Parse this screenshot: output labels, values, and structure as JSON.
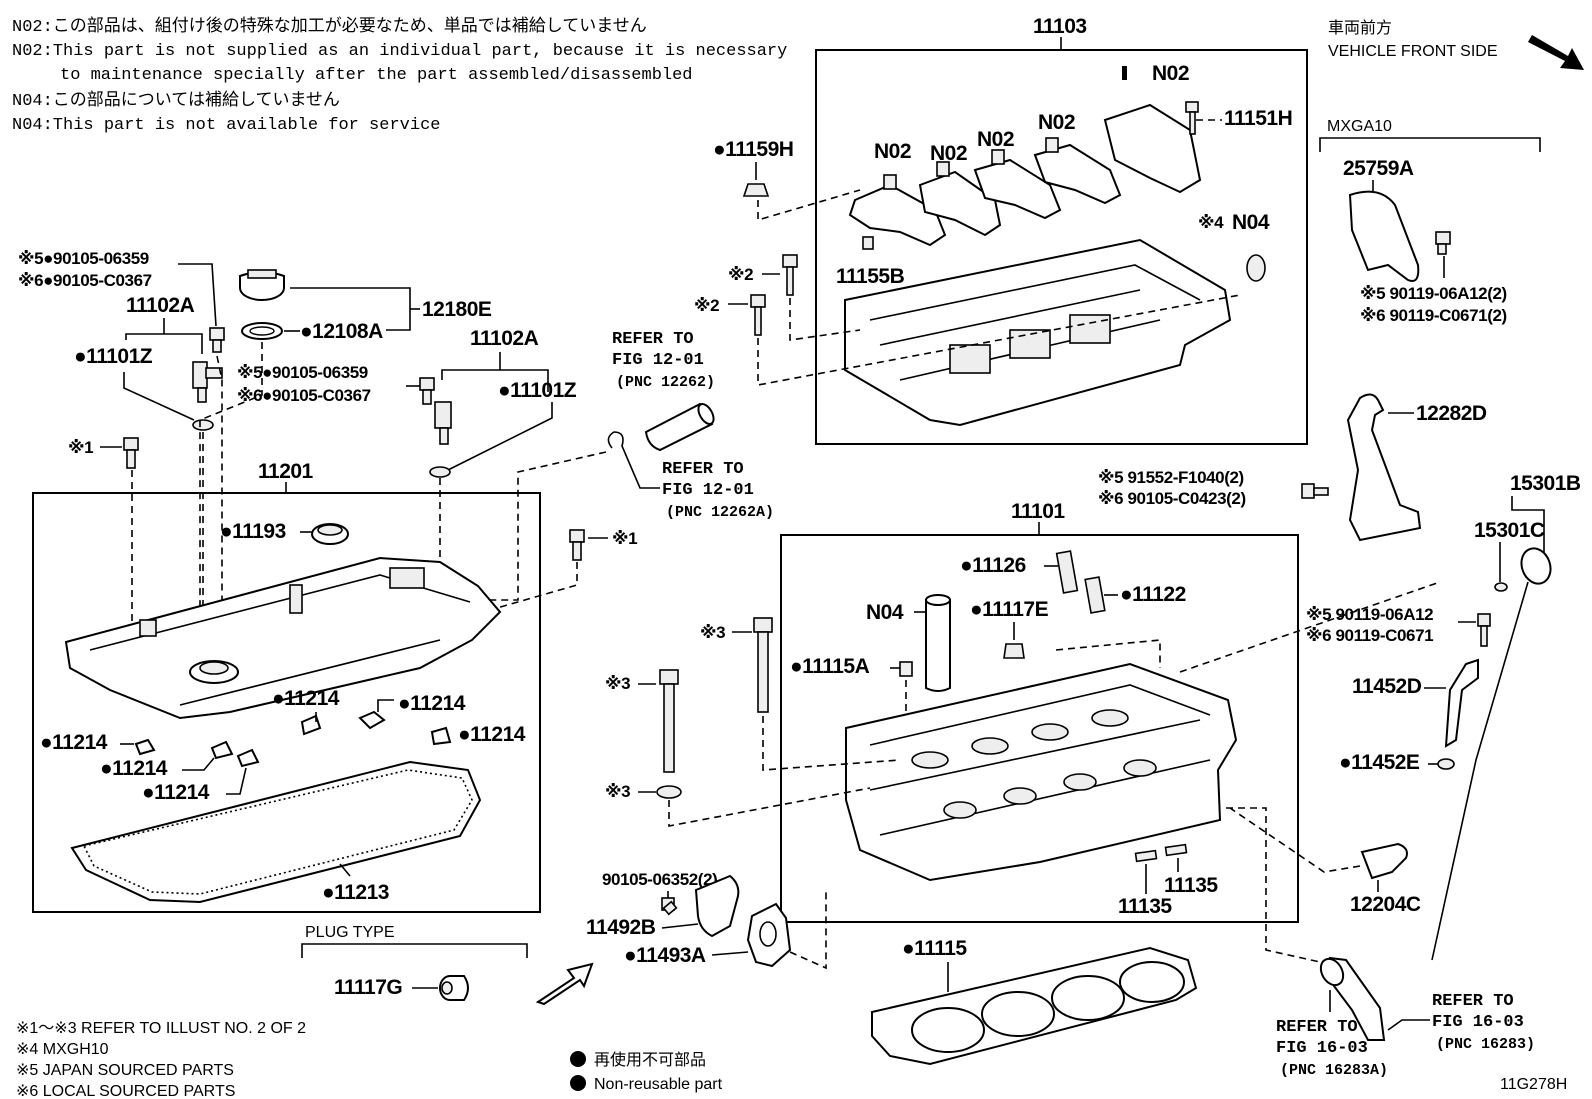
{
  "notes": {
    "n02_jp": "N02:この部品は、組付け後の特殊な加工が必要なため、単品では補給していません",
    "n02_en_1": "N02:This part is not supplied as an individual part, because it is necessary",
    "n02_en_2": "to maintenance specially after the part assembled/disassembled",
    "n04_jp": "N04:この部品については補給していません",
    "n04_en": "N04:This part is not available for service"
  },
  "vehicle_front": {
    "jp": "車両前方",
    "en": "VEHICLE FRONT SIDE"
  },
  "groups": {
    "mxga10": "MXGA10",
    "plug_type": "PLUG TYPE"
  },
  "parts": {
    "p11103": "11103",
    "p11201": "11201",
    "p11101": "11101",
    "p11102A_1": "11102A",
    "p11102A_2": "11102A",
    "p11101Z_1": "●11101Z",
    "p11101Z_2": "●11101Z",
    "p12180E": "12180E",
    "p12108A": "●12108A",
    "p11159H": "●11159H",
    "p11155B": "11155B",
    "p11151H": "11151H",
    "p25759A": "25759A",
    "p12282D": "12282D",
    "p15301B": "15301B",
    "p15301C": "15301C",
    "p11452D": "11452D",
    "p11452E": "●11452E",
    "p12204C": "12204C",
    "p11193": "●11193",
    "p11126": "●11126",
    "p11122": "●11122",
    "p11117E": "●11117E",
    "p11115A": "●11115A",
    "p11135_1": "11135",
    "p11135_2": "11135",
    "p11115": "●11115",
    "p11213": "●11213",
    "p11214_a": "●11214",
    "p11214_b": "●11214",
    "p11214_c": "●11214",
    "p11214_d": "●11214",
    "p11214_e": "●11214",
    "p11214_f": "●11214",
    "p11117G": "11117G",
    "p11492B": "11492B",
    "p11493A": "●11493A",
    "p90105_06352": "90105-06352(2)",
    "n02_a": "N02",
    "n02_b": "N02",
    "n02_c": "N02",
    "n02_d": "N02",
    "n02_e": "N02",
    "n04_a": "N04",
    "n04_b": "N04"
  },
  "marked": {
    "m1_a": "※1",
    "m1_b": "※1",
    "m2_a": "※2",
    "m2_b": "※2",
    "m3_a": "※3",
    "m3_b": "※3",
    "m3_c": "※3",
    "m4": "※4",
    "b1_l1": "※5●90105-06359",
    "b1_l2": "※6●90105-C0367",
    "b2_l1": "※5●90105-06359",
    "b2_l2": "※6●90105-C0367",
    "b3_l1": "※5 90119-06A12(2)",
    "b3_l2": "※6 90119-C0671(2)",
    "b4_l1": "※5 91552-F1040(2)",
    "b4_l2": "※6 90105-C0423(2)",
    "b5_l1": "※5 90119-06A12",
    "b5_l2": "※6 90119-C0671"
  },
  "refs": {
    "r1_l1": "REFER TO",
    "r1_l2": "FIG 12-01",
    "r1_l3": "(PNC 12262)",
    "r2_l1": "REFER TO",
    "r2_l2": "FIG 12-01",
    "r2_l3": "(PNC 12262A)",
    "r3_l1": "REFER TO",
    "r3_l2": "FIG 16-03",
    "r3_l3": "(PNC 16283A)",
    "r4_l1": "REFER TO",
    "r4_l2": "FIG 16-03",
    "r4_l3": "(PNC 16283)"
  },
  "footer": {
    "f1": "※1～※3  REFER TO ILLUST NO. 2 OF 2",
    "f2": "※4 MXGH10",
    "f3": "※5 JAPAN SOURCED PARTS",
    "f4": "※6 LOCAL SOURCED PARTS",
    "legend_jp": "再使用不可部品",
    "legend_en": "Non-reusable part",
    "code": "11G278H"
  }
}
